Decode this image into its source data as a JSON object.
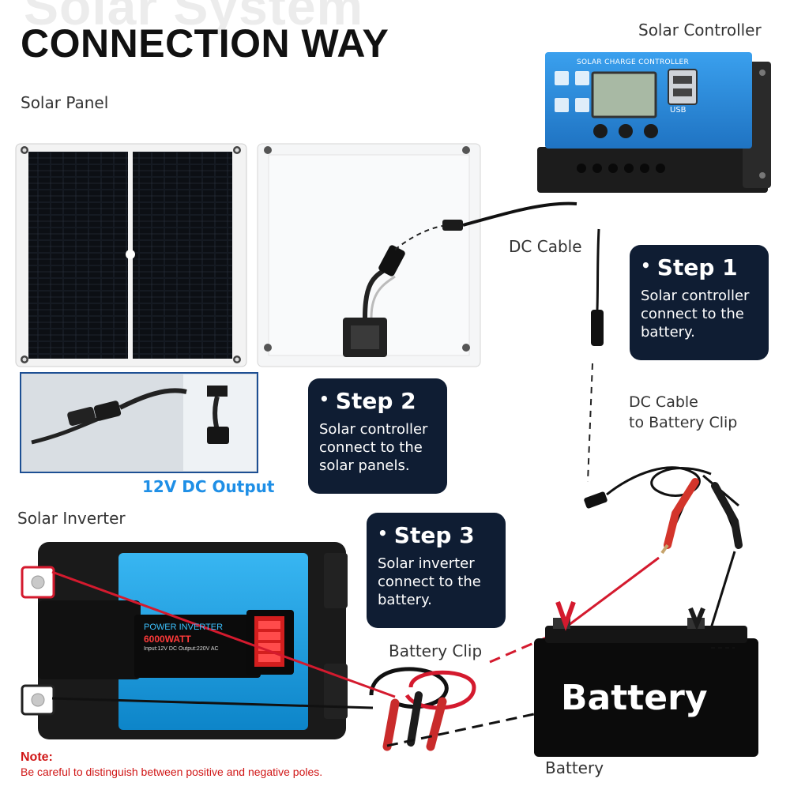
{
  "header": {
    "background_title": "Solar System",
    "title": "CONNECTION WAY"
  },
  "labels": {
    "solar_panel": "Solar Panel",
    "solar_controller": "Solar Controller",
    "dc_cable": "DC Cable",
    "dc_cable_to_battery_clip_line1": "DC Cable",
    "dc_cable_to_battery_clip_line2": "to Battery Clip",
    "solar_inverter": "Solar Inverter",
    "battery_clip": "Battery Clip",
    "battery": "Battery",
    "dc_output": "12V DC Output"
  },
  "steps": [
    {
      "title": "Step 1",
      "line1": "Solar controller",
      "line2": "connect to the",
      "line3": "battery."
    },
    {
      "title": "Step 2",
      "line1": "Solar controller",
      "line2": "connect to the",
      "line3": "solar panels."
    },
    {
      "title": "Step 3",
      "line1": "Solar inverter",
      "line2": "connect to the",
      "line3": "battery."
    }
  ],
  "controller": {
    "screen_title": "SOLAR CHARGE CONTROLLER",
    "usb_label": "USB"
  },
  "inverter": {
    "panel_title": "POWER INVERTER",
    "panel_watt": "6000WATT",
    "panel_spec": "Input:12V DC  Output:220V AC"
  },
  "battery_box": {
    "text": "Battery"
  },
  "note": {
    "title": "Note:",
    "text": "Be careful to distinguish between positive and negative poles."
  },
  "colors": {
    "step_card": "#0f1d33",
    "accent_blue": "#1f8fe6",
    "controller_blue": "#2a8fe0",
    "inverter_blue": "#1aa3e6",
    "wire_red": "#d41a2e",
    "note_red": "#d01616"
  },
  "icons": [
    "dot-icon",
    "battery-indicator-icon",
    "usb-port-icon"
  ]
}
